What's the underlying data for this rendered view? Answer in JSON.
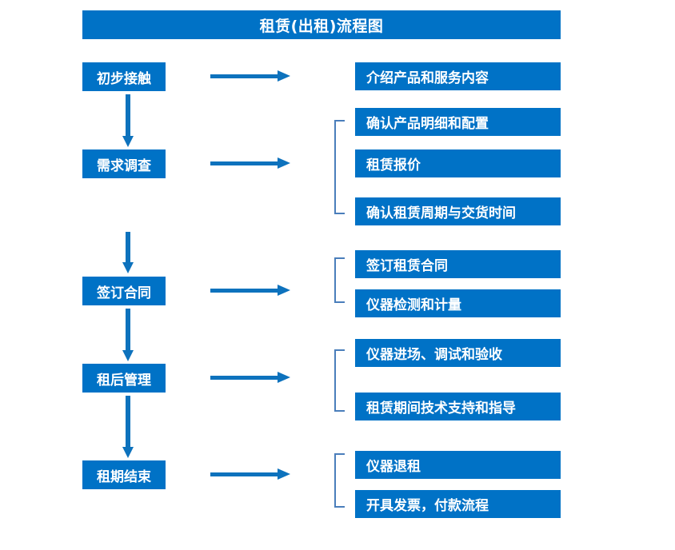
{
  "chart_data": {
    "type": "diagram",
    "title": "租赁(出租)流程图",
    "diagram_kind": "flowchart",
    "orientation": "vertical-with-branches",
    "accent_color": "#0072c6",
    "arrow_color": "#0d72bd",
    "bracket_color": "#4a7ebb",
    "text_color": "#ffffff",
    "background": "#ffffff",
    "stages": [
      {
        "label": "初步接触",
        "details": [
          "介绍产品和服务内容"
        ],
        "bracketed": false
      },
      {
        "label": "需求调查",
        "details": [
          "确认产品明细和配置",
          "租赁报价",
          "确认租赁周期与交货时间"
        ],
        "bracketed": true
      },
      {
        "label": "签订合同",
        "details": [
          "签订租赁合同",
          "仪器检测和计量"
        ],
        "bracketed": true
      },
      {
        "label": "租后管理",
        "details": [
          "仪器进场、调试和验收",
          "租赁期间技术支持和指导"
        ],
        "bracketed": true
      },
      {
        "label": "租期结束",
        "details": [
          "仪器退租",
          "开具发票，付款流程"
        ],
        "bracketed": true
      }
    ]
  },
  "header": {
    "title": "租赁(出租)流程图"
  },
  "stages": [
    {
      "label": "初步接触"
    },
    {
      "label": "需求调查"
    },
    {
      "label": "签订合同"
    },
    {
      "label": "租后管理"
    },
    {
      "label": "租期结束"
    }
  ],
  "details": [
    {
      "label": "介绍产品和服务内容"
    },
    {
      "label": "确认产品明细和配置"
    },
    {
      "label": "租赁报价"
    },
    {
      "label": "确认租赁周期与交货时间"
    },
    {
      "label": "签订租赁合同"
    },
    {
      "label": "仪器检测和计量"
    },
    {
      "label": "仪器进场、调试和验收"
    },
    {
      "label": "租赁期间技术支持和指导"
    },
    {
      "label": "仪器退租"
    },
    {
      "label": "开具发票，付款流程"
    }
  ]
}
